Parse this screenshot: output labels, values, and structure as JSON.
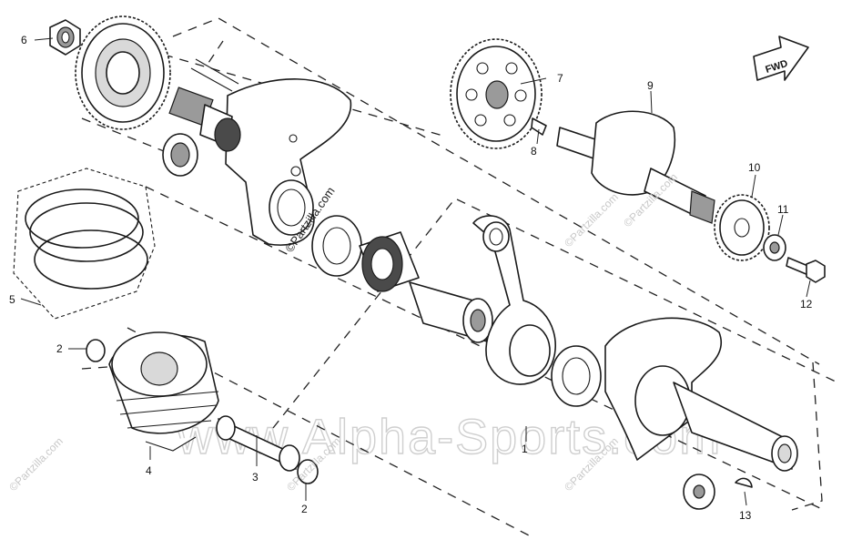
{
  "callouts": {
    "c1": "1",
    "c2a": "2",
    "c2b": "2",
    "c3": "3",
    "c4": "4",
    "c5": "5",
    "c6": "6",
    "c7": "7",
    "c8": "8",
    "c9": "9",
    "c10": "10",
    "c11": "11",
    "c12": "12",
    "c13": "13"
  },
  "fwd_label": "FWD",
  "watermarks": {
    "brand_big": "www.Alpha-Sports.com",
    "partzilla_1": "©Partzilla.com",
    "partzilla_2": "©Partzilla.com",
    "partzilla_3": "©Partzilla.com",
    "partzilla_4": "©Partzilla.com",
    "partzilla_5": "©Partzilla.com",
    "partzilla_6": "©Partzilla.com"
  }
}
